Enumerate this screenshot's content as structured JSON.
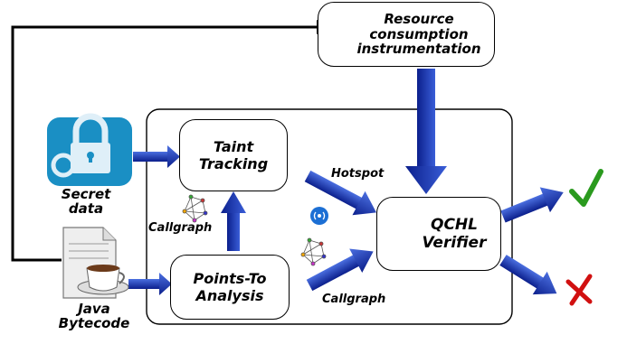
{
  "nodes": {
    "resource": {
      "line1": "Resource",
      "line2": "consumption",
      "line3": "instrumentation"
    },
    "taint": {
      "line1": "Taint",
      "line2": "Tracking"
    },
    "points_to": {
      "line1": "Points-To",
      "line2": "Analysis"
    },
    "verifier": {
      "line1": "QCHL",
      "line2": "Verifier"
    }
  },
  "inputs": {
    "secret": {
      "line1": "Secret",
      "line2": "data"
    },
    "java": {
      "line1": "Java",
      "line2": "Bytecode"
    }
  },
  "edge_labels": {
    "callgraph_left": "Callgraph",
    "hotspot": "Hotspot",
    "callgraph_bottom": "Callgraph"
  },
  "outcomes": {
    "accept": "check-mark-icon",
    "reject": "cross-mark-icon"
  },
  "colors": {
    "arrow_dark": "#0b1f8c",
    "arrow_light": "#3a5ed8",
    "lock": "#1a8fc4",
    "check": "#2a9a1e",
    "cross": "#d11010"
  }
}
